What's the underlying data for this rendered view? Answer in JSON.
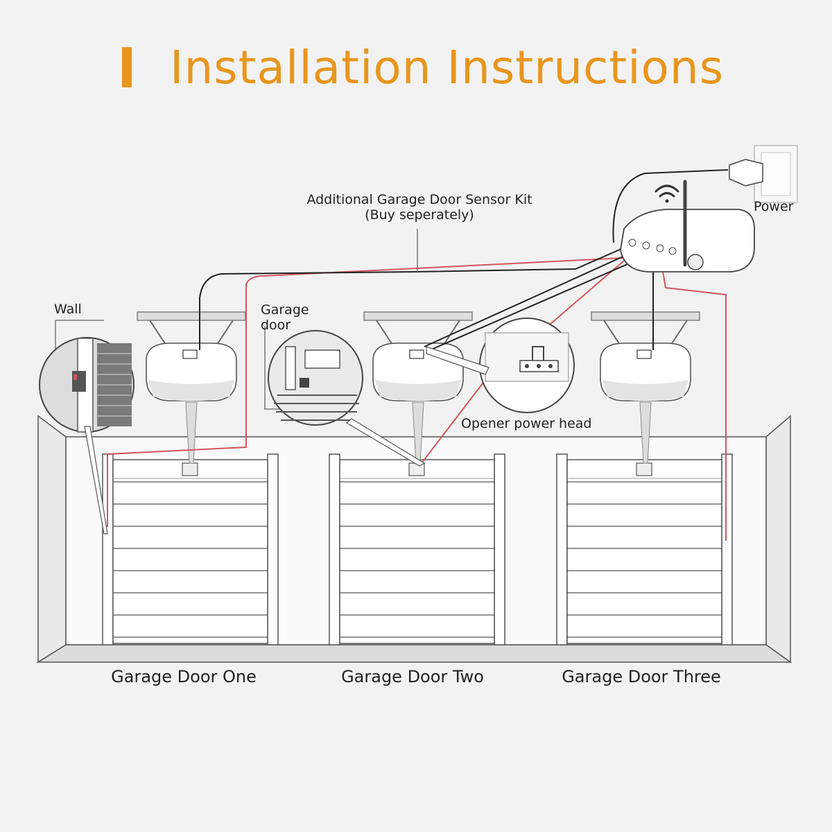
{
  "title": "Installation Instructions",
  "accent_color": "#e8961e",
  "wire_colors": {
    "signal": "#222222",
    "sensor": "#d2555f"
  },
  "callouts": {
    "sensor_kit_line1": "Additional Garage Door Sensor Kit",
    "sensor_kit_line2": "(Buy seperately)",
    "power": "Power",
    "wall": "Wall",
    "garage_door_line1": "Garage",
    "garage_door_line2": "door",
    "opener_power_head": "Opener power head"
  },
  "doors": [
    {
      "label": "Garage Door One"
    },
    {
      "label": "Garage Door Two"
    },
    {
      "label": "Garage Door Three"
    }
  ],
  "icons": {
    "wifi": "wifi-icon",
    "plug": "power-plug-icon",
    "hub": "smart-hub-icon"
  }
}
